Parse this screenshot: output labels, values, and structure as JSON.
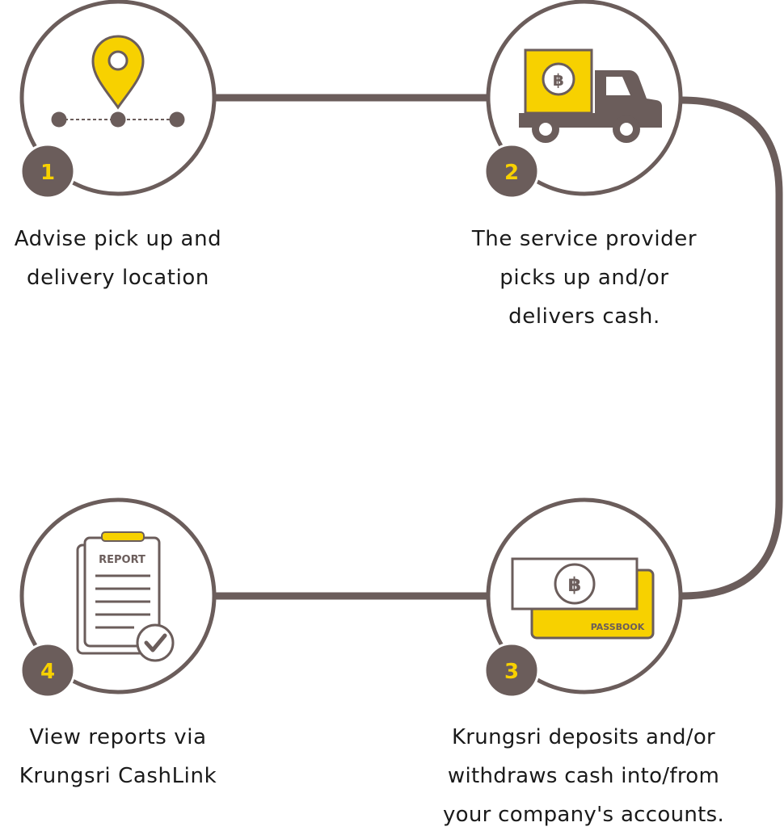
{
  "colors": {
    "line": "#6b5d5b",
    "accent": "#f7d100",
    "text": "#1a1a1a",
    "background": "#ffffff"
  },
  "steps": [
    {
      "number": "1",
      "icon": "location-pin-icon",
      "caption_lines": [
        "Advise pick up and",
        "delivery location"
      ]
    },
    {
      "number": "2",
      "icon": "delivery-truck-icon",
      "caption_lines": [
        "The service provider",
        "picks up and/or",
        "delivers cash."
      ]
    },
    {
      "number": "3",
      "icon": "cash-passbook-icon",
      "caption_lines": [
        "Krungsri deposits and/or",
        "withdraws cash into/from",
        "your company's accounts."
      ],
      "icon_labels": {
        "currency": "฿",
        "passbook": "PASSBOOK"
      }
    },
    {
      "number": "4",
      "icon": "report-checklist-icon",
      "caption_lines": [
        "View reports via",
        "Krungsri CashLink"
      ],
      "icon_labels": {
        "report": "REPORT"
      }
    }
  ],
  "currency_symbol": "฿"
}
